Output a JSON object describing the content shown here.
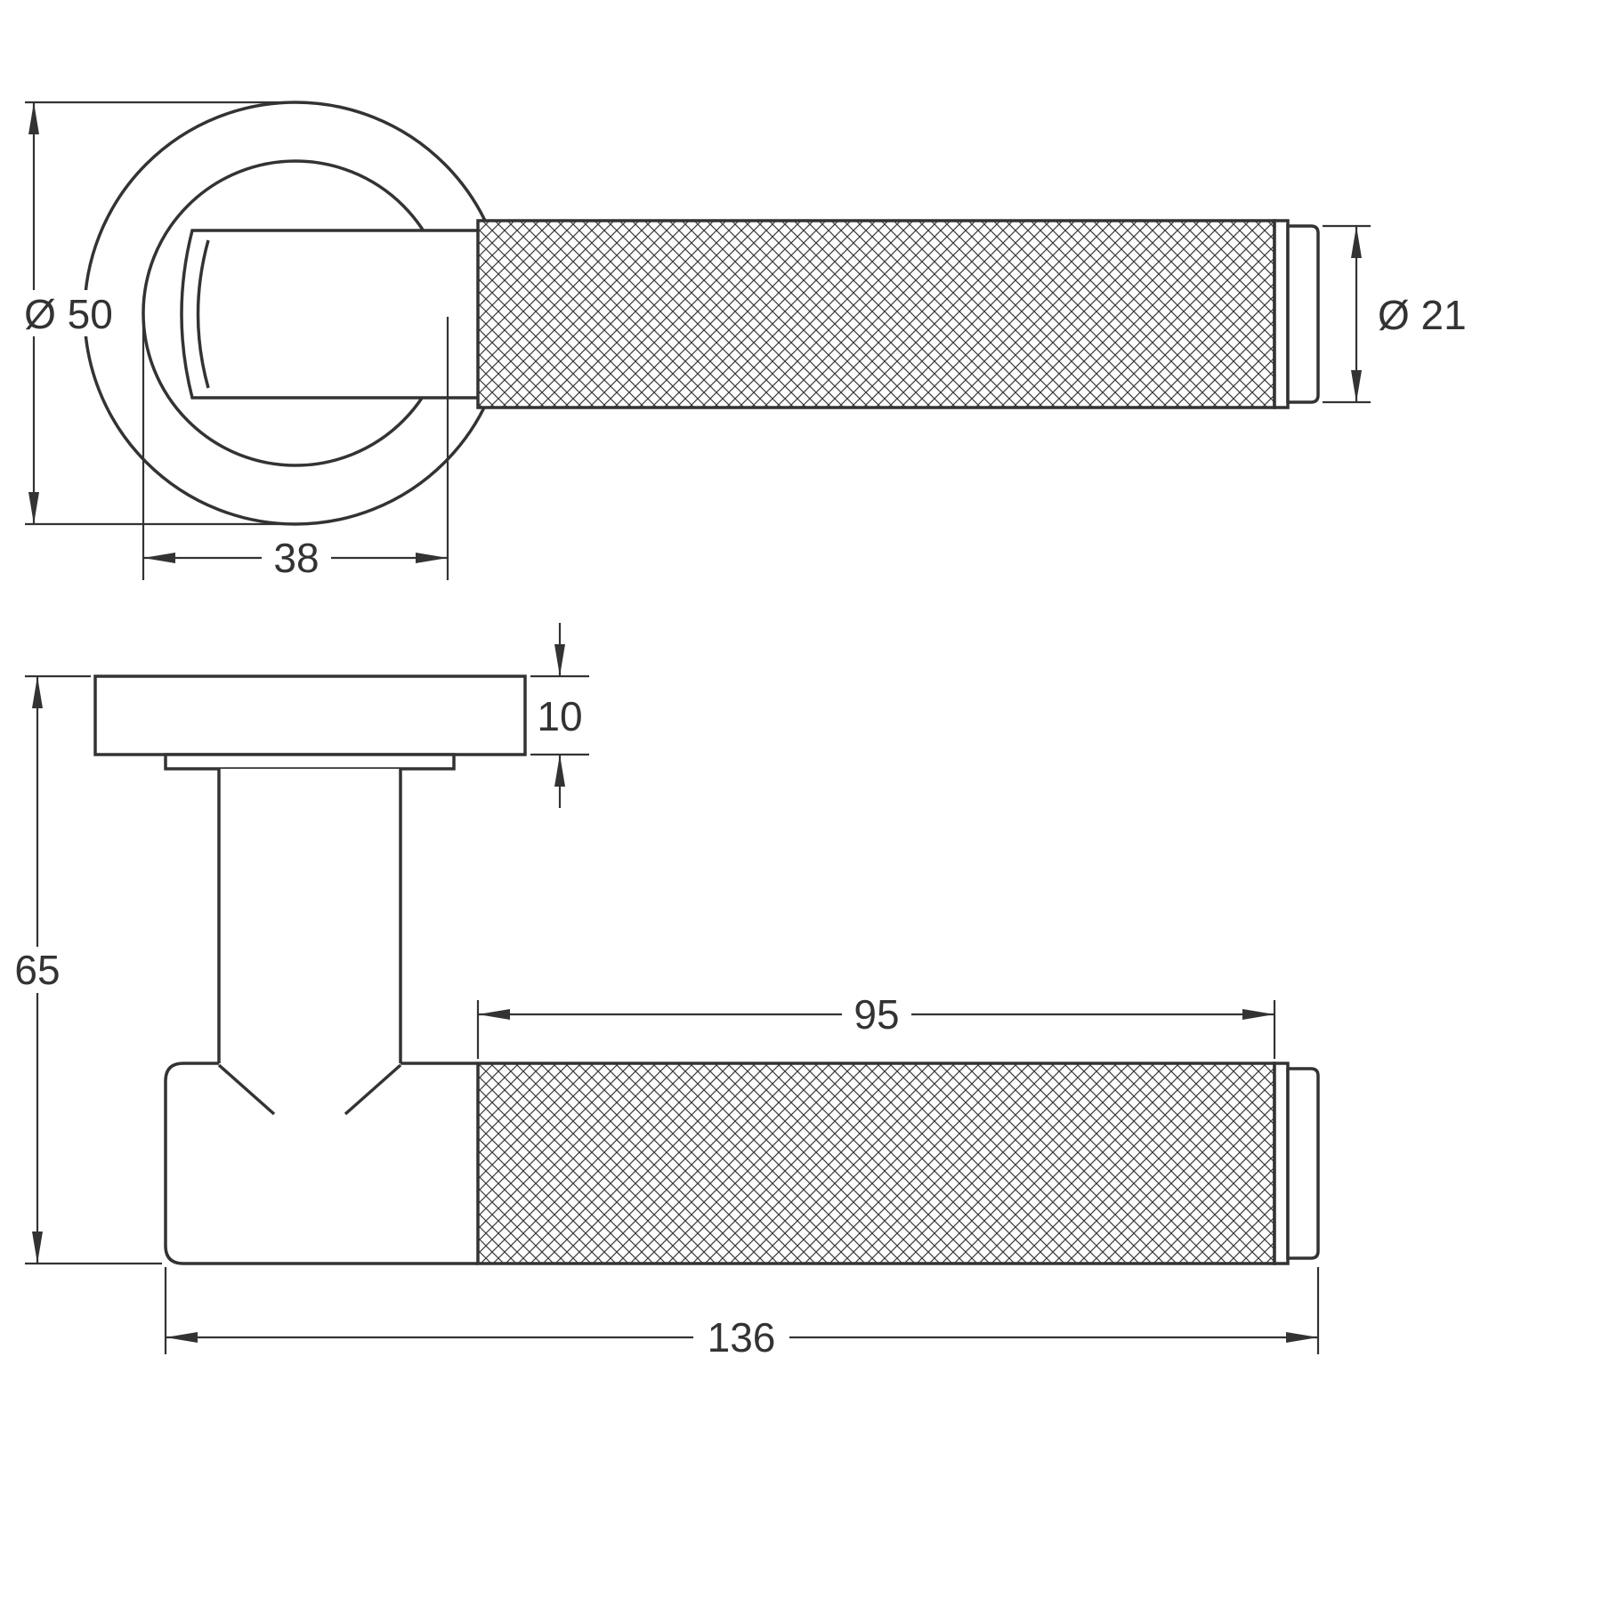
{
  "drawing": {
    "type": "technical-dimension-drawing",
    "subject": "knurled-lever-door-handle-on-round-rose",
    "line_color": "#333333",
    "background_color": "#ffffff",
    "front_view": {
      "rose_diameter_label": "Ø 50",
      "handle_diameter_label": "Ø 21",
      "rose_width_label": "38"
    },
    "side_view": {
      "rose_thickness_label": "10",
      "projection_label": "65",
      "grip_length_label": "95",
      "handle_length_label": "136"
    }
  }
}
